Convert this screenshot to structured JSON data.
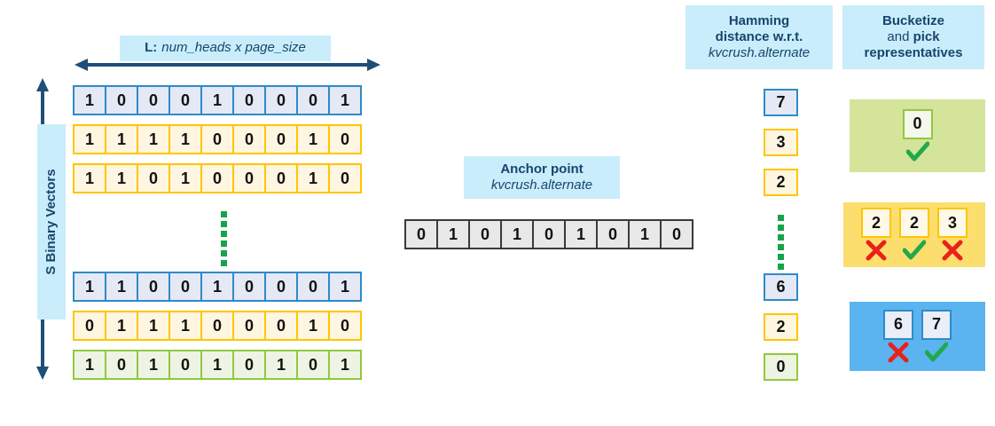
{
  "labels": {
    "length_prefix": "L:",
    "length_value": "num_heads x page_size",
    "rows_axis": "S Binary Vectors",
    "anchor_title": "Anchor point",
    "anchor_sub": "kvcrush.alternate",
    "hamming_line1": "Hamming",
    "hamming_line2": "distance w.r.t.",
    "hamming_line3": "kvcrush.alternate",
    "bucketize_line1": "Bucketize",
    "bucketize_line2_pre": "and ",
    "bucketize_line2_bold": "pick",
    "bucketize_line3": "representatives"
  },
  "colors": {
    "blue_border": "#2E8BC8",
    "blue_fill": "#E4E9F5",
    "yellow_border": "#FFC500",
    "yellow_fill": "#FEF6E0",
    "green_border": "#93C83E",
    "green_fill": "#EDF4E3",
    "gray_border": "#3A3A3A",
    "gray_fill": "#E8E8E8",
    "chip_bg": "#C9EDFB",
    "chip_text": "#17456E",
    "arrow": "#1F4E79",
    "dots": "#16A34A",
    "check": "#22A84A",
    "cross": "#E8211C",
    "bucket_green_bg": "#D4E49B",
    "bucket_yellow_bg": "#FCDE6E",
    "bucket_blue_bg": "#5BB4F0"
  },
  "binary_vectors": {
    "top_group": [
      {
        "color": "blue",
        "bits": [
          "1",
          "0",
          "0",
          "0",
          "1",
          "0",
          "0",
          "0",
          "1"
        ]
      },
      {
        "color": "yellow",
        "bits": [
          "1",
          "1",
          "1",
          "1",
          "0",
          "0",
          "0",
          "1",
          "0"
        ]
      },
      {
        "color": "yellow",
        "bits": [
          "1",
          "1",
          "0",
          "1",
          "0",
          "0",
          "0",
          "1",
          "0"
        ]
      }
    ],
    "bottom_group": [
      {
        "color": "blue",
        "bits": [
          "1",
          "1",
          "0",
          "0",
          "1",
          "0",
          "0",
          "0",
          "1"
        ]
      },
      {
        "color": "yellow",
        "bits": [
          "0",
          "1",
          "1",
          "1",
          "0",
          "0",
          "0",
          "1",
          "0"
        ]
      },
      {
        "color": "green",
        "bits": [
          "1",
          "0",
          "1",
          "0",
          "1",
          "0",
          "1",
          "0",
          "1"
        ]
      }
    ]
  },
  "anchor_vector": {
    "color": "gray",
    "bits": [
      "0",
      "1",
      "0",
      "1",
      "0",
      "1",
      "0",
      "1",
      "0"
    ]
  },
  "hamming_distances": {
    "top_group": [
      {
        "color": "blue",
        "value": "7"
      },
      {
        "color": "yellow",
        "value": "3"
      },
      {
        "color": "yellow",
        "value": "2"
      }
    ],
    "bottom_group": [
      {
        "color": "blue",
        "value": "6"
      },
      {
        "color": "yellow",
        "value": "2"
      },
      {
        "color": "green",
        "value": "0"
      }
    ]
  },
  "buckets": [
    {
      "name": "green-bucket",
      "values": [
        "0"
      ],
      "marks": [
        "check"
      ]
    },
    {
      "name": "yellow-bucket",
      "values": [
        "2",
        "2",
        "3"
      ],
      "marks": [
        "cross",
        "check",
        "cross"
      ]
    },
    {
      "name": "blue-bucket",
      "values": [
        "6",
        "7"
      ],
      "marks": [
        "cross",
        "check"
      ]
    }
  ]
}
